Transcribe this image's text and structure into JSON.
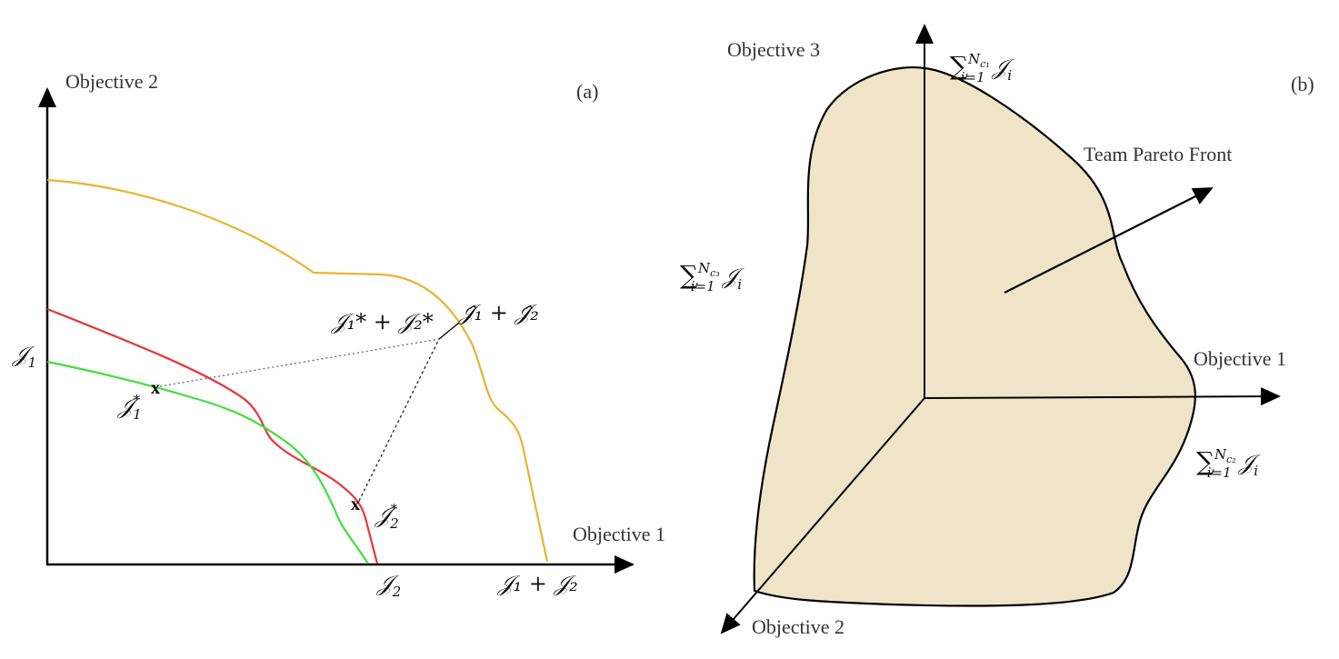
{
  "panel_a": {
    "tag": "(a)",
    "y_axis_label": "Objective 2",
    "x_axis_label": "Objective 1",
    "j1": "𝒥",
    "j1_sub": "1",
    "j2": "𝒥",
    "j2_sub": "2",
    "j1_plus_j2": "𝒥₁ + 𝒥₂",
    "j1_star": "𝒥",
    "j1_star_sub": "1",
    "j2_star": "𝒥",
    "j2_star_sub": "2",
    "star": "*",
    "sum_star": "𝒥₁* + 𝒥₂*",
    "sum_hat": "𝒥̂₁ + 𝒥̂₂",
    "marker": "x",
    "colors": {
      "team_front": "#E8B430",
      "front_1": "#E8343A",
      "front_2": "#3EE03A"
    }
  },
  "panel_b": {
    "tag": "(b)",
    "axis_3_label": "Objective 3",
    "axis_1_label": "Objective 1",
    "axis_2_label": "Objective 2",
    "front_label": "Team Pareto Front",
    "sum_symbol": "∑",
    "sum_lower": "i=1",
    "sum_c1": "N",
    "sum_c1_sub": "c₁",
    "sum_c2": "N",
    "sum_c2_sub": "c₂",
    "sum_c3": "N",
    "sum_c3_sub": "c₃",
    "ji": "𝒥",
    "ji_sub": "i",
    "colors": {
      "surface": "#F0E4C8"
    }
  }
}
